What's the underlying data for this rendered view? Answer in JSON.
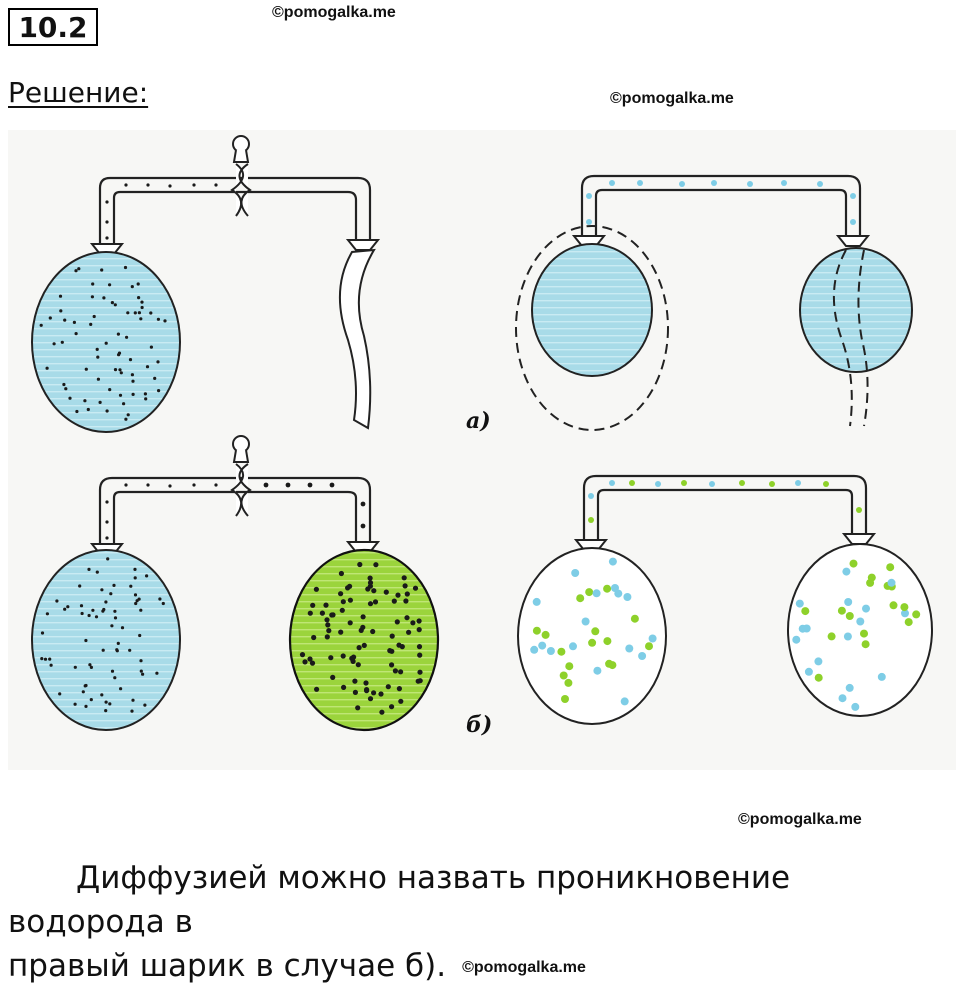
{
  "problem_number": "10.2",
  "watermarks": {
    "top": "©pomogalka.me",
    "heading_right": "©pomogalka.me",
    "bottom": "©pomogalka.me",
    "inline": "©pomogalka.me"
  },
  "heading": "Решение:",
  "figure": {
    "label_a": "а)",
    "label_b": "б)"
  },
  "answer": {
    "line1": "Диффузией можно назвать проникновение водорода в",
    "line2": "правый шарик в случае б)."
  },
  "colors": {
    "blue_gas": "#a8dbe8",
    "green_gas": "#9bd43c",
    "dot_dark": "#1a1a1a",
    "particle_blue": "#7ecde6",
    "particle_green": "#8ed12a",
    "figure_bg": "#f7f7f5"
  }
}
